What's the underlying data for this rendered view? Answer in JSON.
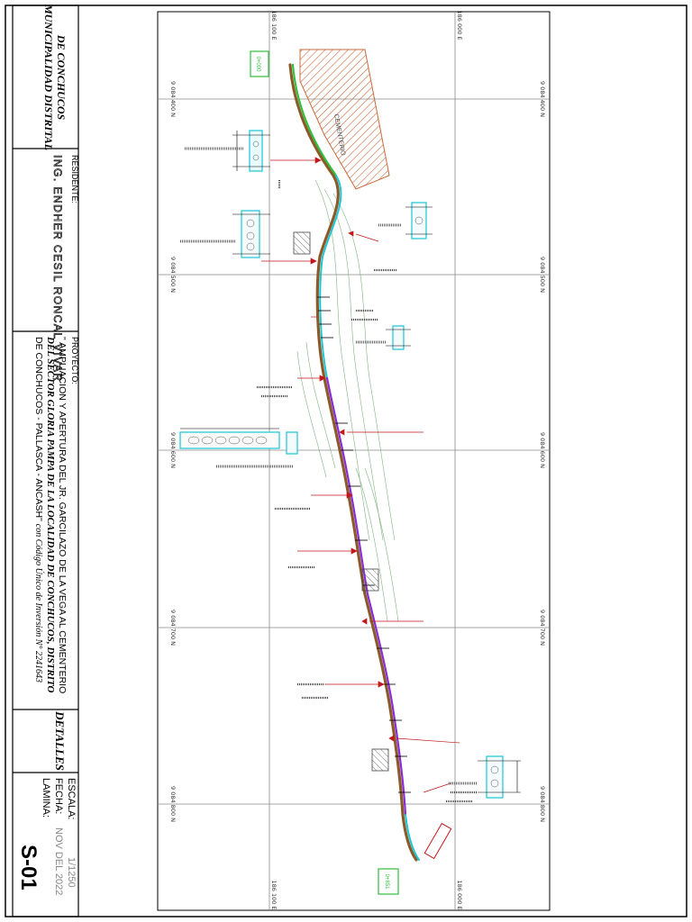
{
  "title_block": {
    "entity_line1": "MUNICIPALIDAD DISTRITAL",
    "entity_line2": "DE CONCHUCOS",
    "resident_label": "RESIDENTE:",
    "resident_name": "ING. ENDHER CESIL RONCAL VIVAR",
    "project_label": "PROYECTO:",
    "project_line1": "\" AMPLIACION Y APERTURA DEL JR. GARCILAZO DE LA VEGA AL CEMENTERIO",
    "project_line2": "DEL SECTOR GLORIA PAMPA DE LA LOCALIDAD DE CONCHUCOS, DISTRITO",
    "project_line3_a": "DE CONCHUCOS - PALLASCA - ANCASH\"",
    "project_line3_b": "con Código Único de Inversión N° 2241643",
    "sheet_title": "DETALLES",
    "scale_label": "ESCALA:",
    "scale_value": "1/1250",
    "date_label": "FECHA:",
    "date_value": "NOV DEL 2022",
    "sheet_label": "LAMINA:",
    "sheet_number": "S-01"
  },
  "grid": {
    "n_labels": [
      "9 084 400 N",
      "9 084 500 N",
      "9 084 600 N",
      "9 084 700 N",
      "9 084 800 N"
    ],
    "e_labels": [
      "186 100 E",
      "186 000 E"
    ]
  },
  "plan_labels": {
    "cemetery": "CEMENTERIO",
    "start_marker": "0+000",
    "end_marker": "0+851"
  },
  "colors": {
    "border": "#000000",
    "road_green": "#2fbf3a",
    "road_purple": "#8a2bd6",
    "road_brown": "#8b5a2b",
    "cyan_detail": "#19c6d6",
    "callout_red": "#c2181c",
    "hatch_orange": "#c86a3c",
    "contour_green": "#6aa56a"
  }
}
